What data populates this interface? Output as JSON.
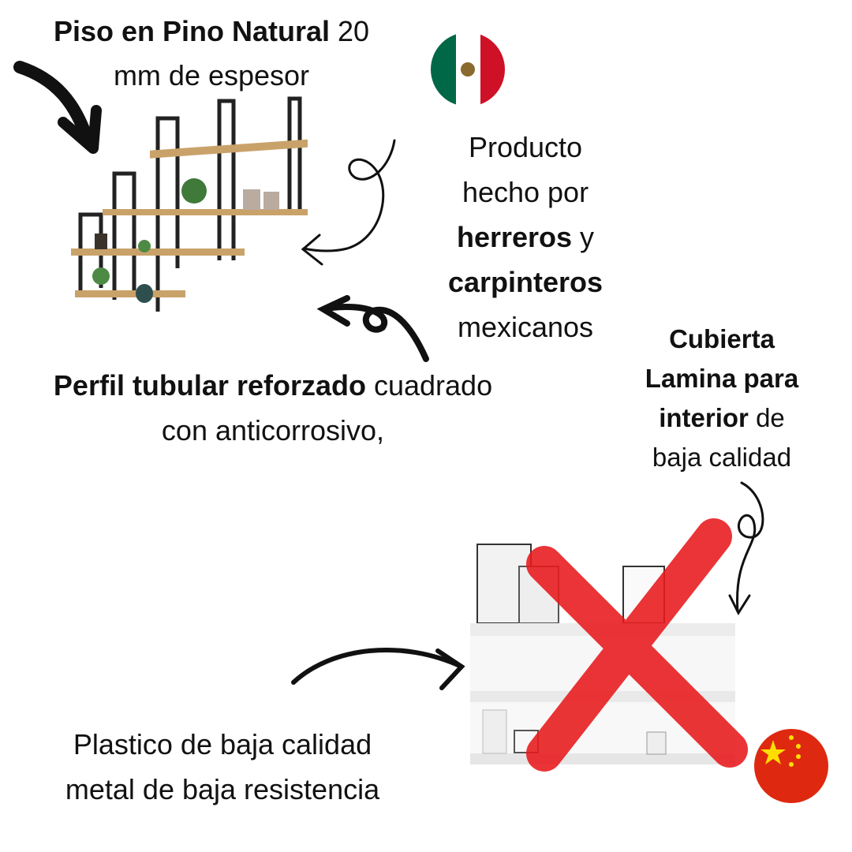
{
  "top_left": {
    "bold": "Piso en Pino Natural",
    "rest1": " 20",
    "line2": "mm de espesor"
  },
  "made_in_mexico": {
    "line1": "Producto",
    "line2": "hecho por",
    "bold1": "herreros",
    "rest3": " y",
    "bold2": "carpinteros",
    "line5": "mexicanos"
  },
  "profile": {
    "bold": "Perfil tubular reforzado",
    "rest1": " cuadrado",
    "line2": "con anticorrosivo,"
  },
  "cover": {
    "bold1": "Cubierta",
    "bold2": "Lamina para",
    "bold3": "interior",
    "rest3": " de",
    "line4": "baja calidad"
  },
  "plastic": {
    "line1": "Plastico de baja calidad",
    "line2": "metal de baja resistencia"
  },
  "colors": {
    "mexico_green": "#006847",
    "mexico_red": "#ce1126",
    "china_red": "#de2910",
    "china_yellow": "#ffde00",
    "x_red": "#e8191c",
    "wood": "#c9a26a",
    "metal": "#222222"
  }
}
